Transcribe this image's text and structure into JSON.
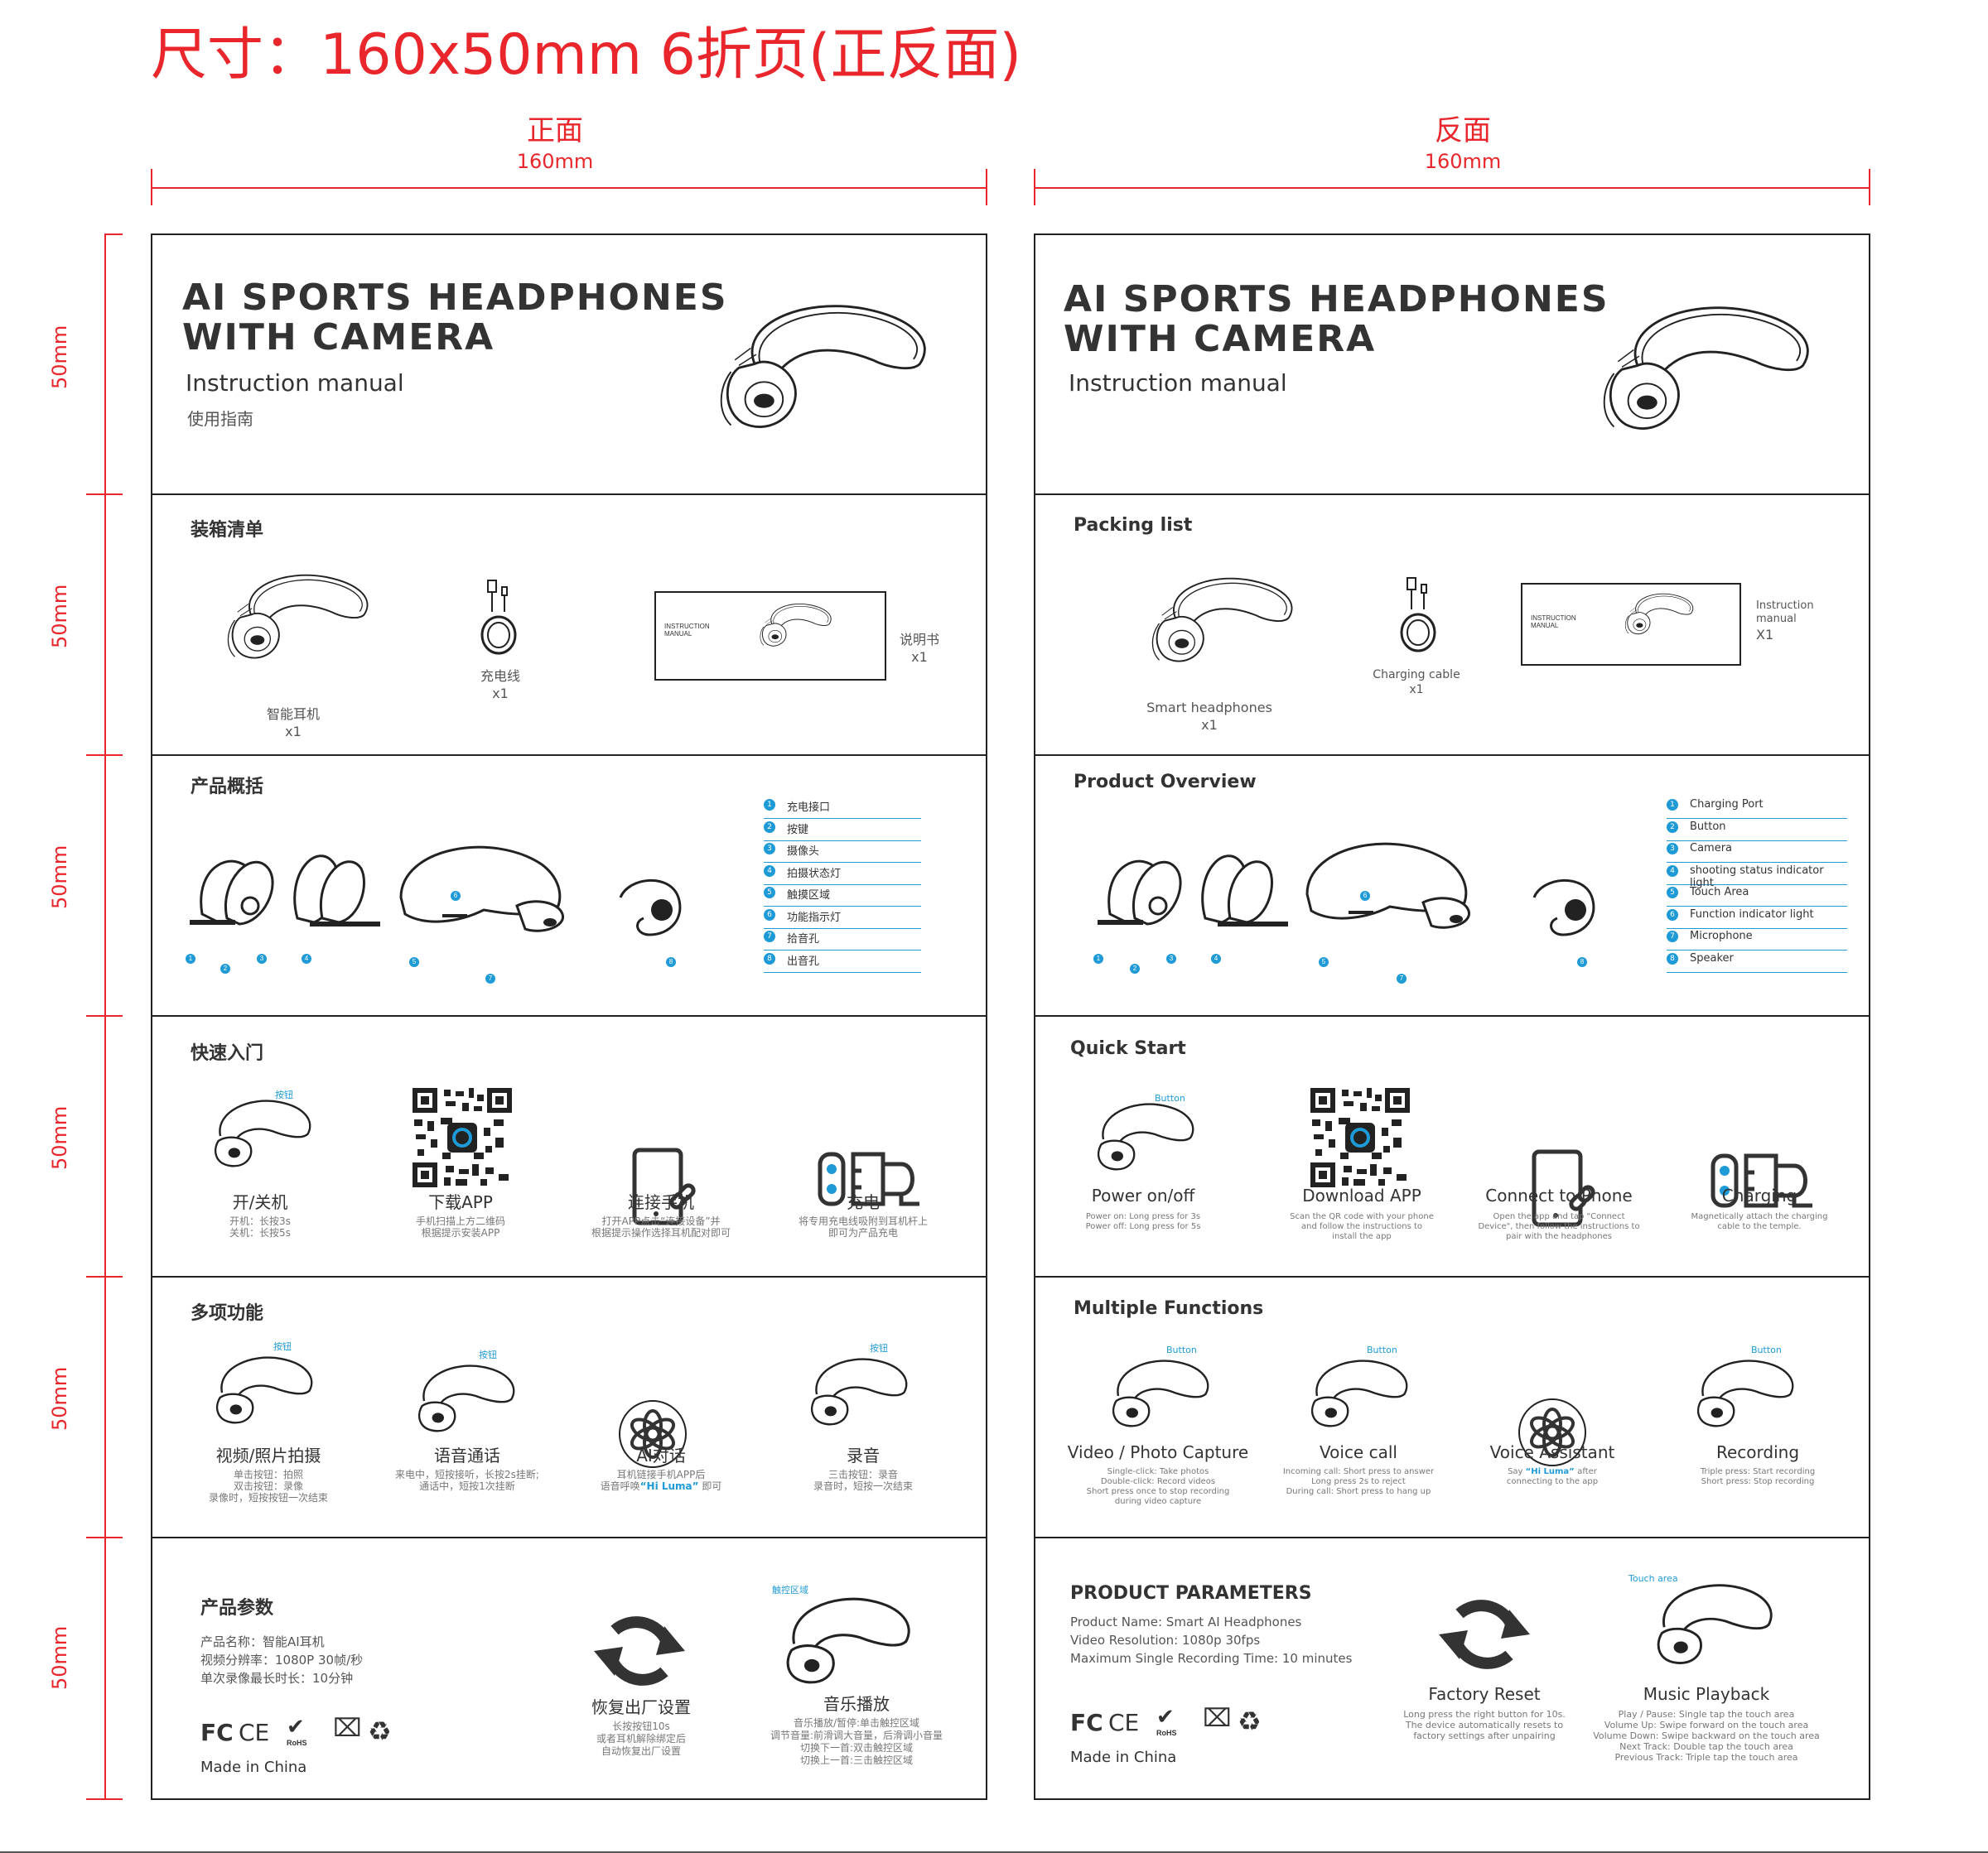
{
  "header": {
    "title": "尺寸：160x50mm 6折页(正反面)",
    "front_label": "正面",
    "back_label": "反面",
    "width_label": "160mm",
    "height_label": "50mm"
  },
  "front": {
    "cover": {
      "title_line1": "AI SPORTS HEADPHONES",
      "title_line2": "WITH CAMERA",
      "subtitle": "Instruction manual",
      "subtitle_cn": "使用指南"
    },
    "packing": {
      "heading": "装箱清单",
      "item1": "智能耳机",
      "item1_qty": "x1",
      "item2": "充电线",
      "item2_qty": "x1",
      "item3": "说明书",
      "item3_qty": "x1",
      "booklet_text": "INSTRUCTION MANUAL"
    },
    "overview": {
      "heading": "产品概括",
      "legend": [
        "充电接口",
        "按键",
        "摄像头",
        "拍摄状态灯",
        "触摸区域",
        "功能指示灯",
        "拾音孔",
        "出音孔"
      ]
    },
    "quickstart": {
      "heading": "快速入门",
      "button_tag": "按钮",
      "items": [
        {
          "title": "开/关机",
          "desc": "开机：长按3s\n关机：长按5s"
        },
        {
          "title": "下载APP",
          "desc": "手机扫描上方二维码\n根据提示安装APP"
        },
        {
          "title": "连接手机",
          "desc": "打开APP点击“连接设备”并\n根据提示操作选择耳机配对即可"
        },
        {
          "title": "充电",
          "desc": "将专用充电线吸附到耳机杆上\n即可为产品充电"
        }
      ]
    },
    "functions": {
      "heading": "多项功能",
      "button_tag": "按钮",
      "items": [
        {
          "title": "视频/照片拍摄",
          "desc": "单击按钮：拍照\n双击按钮：录像\n录像时，短按按钮一次结束"
        },
        {
          "title": "语音通话",
          "desc": "来电中，短按接听，长按2s挂断;\n通话中，短按1次挂断"
        },
        {
          "title": "AI对话",
          "desc": "耳机链接手机APP后\n语音呼唤"
        },
        {
          "title": "录音",
          "desc": "三击按钮：录音\n录音时，短按一次结束"
        }
      ],
      "ai_keyword": "“Hi Luma”",
      "ai_suffix": "即可"
    },
    "params": {
      "heading": "产品参数",
      "lines": [
        "产品名称：智能AI耳机",
        "视频分辨率：1080P 30帧/秒",
        "单次录像最长时长：10分钟"
      ],
      "made_in": "Made in China",
      "reset_title": "恢复出厂设置",
      "reset_desc": "长按按钮10s\n或者耳机解除绑定后\n自动恢复出厂设置",
      "music_tag": "触控区域",
      "music_title": "音乐播放",
      "music_desc": "音乐播放/暂停:单击触控区域\n调节音量:前滑调大音量，后滑调小音量\n切换下一首:双击触控区域\n切换上一首:三击触控区域"
    }
  },
  "back": {
    "cover": {
      "title_line1": "AI SPORTS HEADPHONES",
      "title_line2": "WITH CAMERA",
      "subtitle": "Instruction manual"
    },
    "packing": {
      "heading": "Packing list",
      "item1": "Smart headphones",
      "item1_qty": "x1",
      "item2": "Charging cable",
      "item2_qty": "x1",
      "item3_line1": "Instruction",
      "item3_line2": "manual",
      "item3_qty": "X1",
      "booklet_text": "INSTRUCTION MANUAL"
    },
    "overview": {
      "heading": "Product Overview",
      "legend": [
        "Charging Port",
        "Button",
        "Camera",
        "shooting status indicator light",
        "Touch Area",
        "Function indicator light",
        "Microphone",
        "Speaker"
      ]
    },
    "quickstart": {
      "heading": "Quick Start",
      "button_tag": "Button",
      "items": [
        {
          "title": "Power on/off",
          "desc": "Power on: Long press for 3s\nPower off: Long press for 5s"
        },
        {
          "title": "Download APP",
          "desc": "Scan the QR code with your phone\nand follow the instructions to\ninstall the app"
        },
        {
          "title": "Connect to Phone",
          "desc": "Open the app and tap \"Connect\nDevice\", then follow the instructions to\npair with the headphones"
        },
        {
          "title": "Charging",
          "desc": "Magnetically attach the charging\ncable to the temple."
        }
      ]
    },
    "functions": {
      "heading": "Multiple Functions",
      "button_tag": "Button",
      "items": [
        {
          "title": "Video / Photo Capture",
          "desc": "Single-click: Take photos\nDouble-click: Record videos\nShort press once to stop recording\nduring video capture"
        },
        {
          "title": "Voice call",
          "desc": "Incoming call: Short press to answer\nLong press 2s to reject\nDuring call: Short press to hang up"
        },
        {
          "title": "Voice Assistant",
          "desc": "after\nconnecting to the app"
        },
        {
          "title": "Recording",
          "desc": "Triple press: Start recording\nShort press: Stop recording"
        }
      ],
      "ai_prefix": "Say",
      "ai_keyword": "“Hi Luma”"
    },
    "params": {
      "heading": "PRODUCT PARAMETERS",
      "lines": [
        "Product Name: Smart AI Headphones",
        "Video Resolution: 1080p 30fps",
        "Maximum Single Recording Time: 10 minutes"
      ],
      "made_in": "Made in China",
      "reset_title": "Factory Reset",
      "reset_desc": "Long press the right button for 10s.\nThe device automatically resets to\nfactory settings after unpairing",
      "music_tag": "Touch area",
      "music_title": "Music Playback",
      "music_desc": "Play / Pause: Single tap the touch area\nVolume Up: Swipe forward on the touch area\nVolume Down: Swipe backward on the touch area\nNext Track: Double tap the touch area\nPrevious Track: Triple tap the touch area"
    }
  },
  "certs": {
    "fc": "FC",
    "ce": "CE",
    "rohs": "RoHS"
  },
  "colors": {
    "accent": "#e8262b",
    "callout": "#1e9ad6",
    "border": "#222222"
  }
}
